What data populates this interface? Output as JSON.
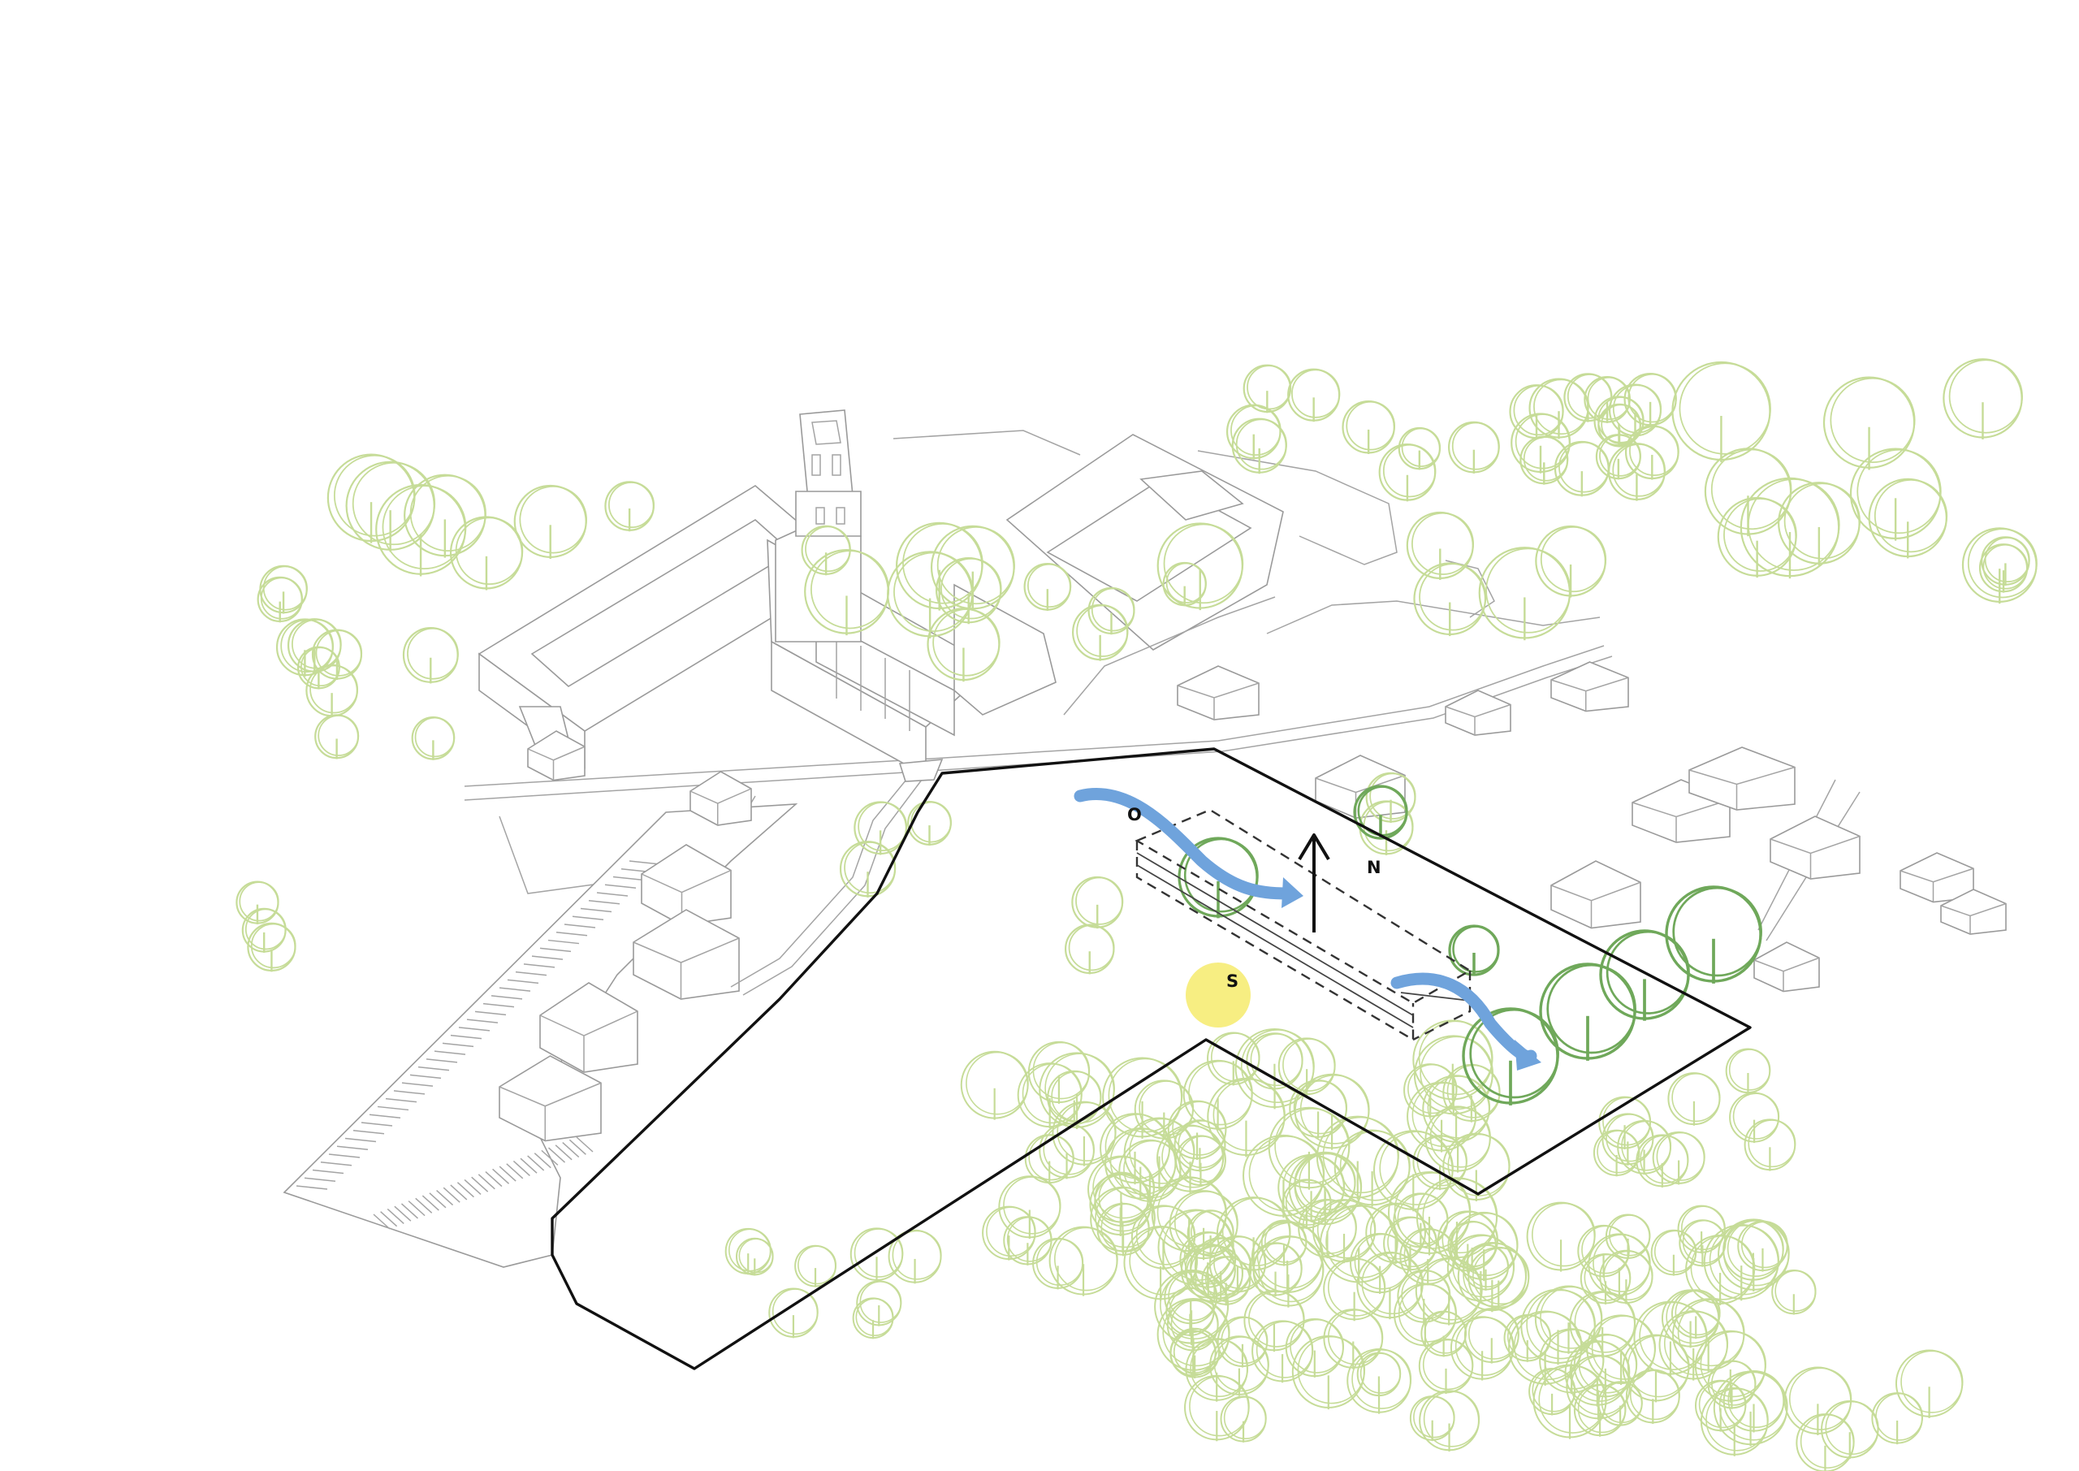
{
  "labels": {
    "west": "O",
    "north": "N",
    "south": "S"
  },
  "colors": {
    "wind": "#6fa3dc",
    "sun": "#f7ee82",
    "tree_light": "#c6dc98",
    "tree_dark": "#6fa85a",
    "outline": "#111111"
  }
}
